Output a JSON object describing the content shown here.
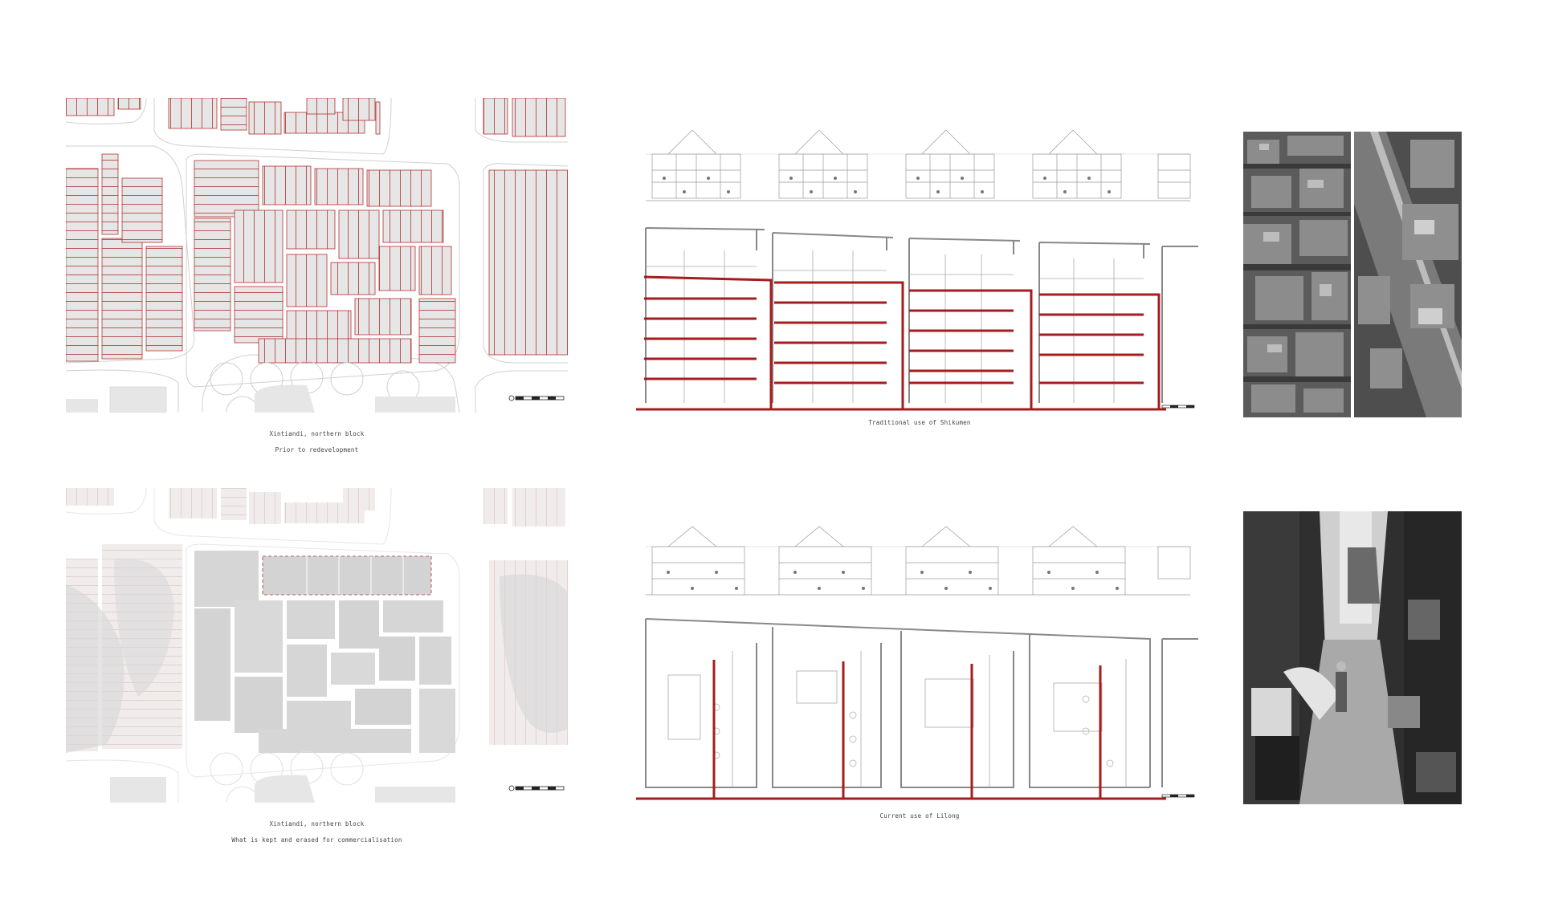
{
  "maps": {
    "top": {
      "caption_line1": "Xintiandi, northern block",
      "caption_line2": "Prior to redevelopment"
    },
    "bottom": {
      "caption_line1": "Xintiandi, northern block",
      "caption_line2": "What is kept and erased for commercialisation"
    }
  },
  "sections": {
    "top": {
      "caption": "Traditional use of Shikumen"
    },
    "bottom": {
      "caption": "Current use of Lilong"
    }
  },
  "colors": {
    "accent_red": "#a51d1d",
    "building_fill": "#e6e6e6",
    "line_grey": "#cfcfcf"
  },
  "photos": {
    "top": "aerial-rooftops-photos",
    "bottom": "lilong-alley-photo"
  }
}
